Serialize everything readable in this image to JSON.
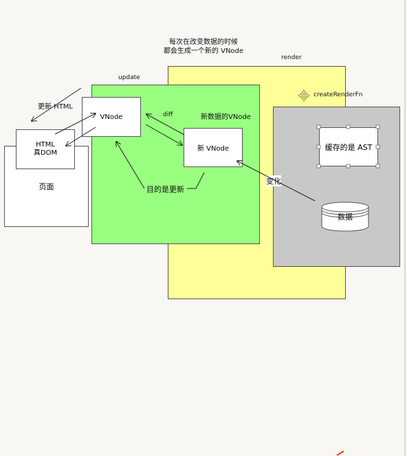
{
  "top_note": {
    "line1": "每次在改变数据的时候",
    "line2": "都会生成一个新的 VNode"
  },
  "labels": {
    "render": "render",
    "update": "update",
    "create_render_fn": "createRenderFn",
    "update_html": "更新 HTML",
    "diff": "diff",
    "new_data_vnode": "新数据的VNode",
    "purpose": "目的是更新",
    "change": "变化"
  },
  "nodes": {
    "vnode": "VNode",
    "new_vnode": "新 VNode",
    "html_line1": "HTML",
    "html_line2": "真DOM",
    "page": "页面",
    "cached_ast": "缓存的是 AST",
    "data": "数据"
  },
  "colors": {
    "render_region": "#ffff99",
    "update_region": "#99ff80",
    "create_render_region": "#c8c8c8",
    "box_fill": "#ffffff",
    "stroke": "#333333",
    "accent_mark": "#ff3300"
  },
  "icons": {
    "create_render_fn": "move-cross-icon"
  }
}
